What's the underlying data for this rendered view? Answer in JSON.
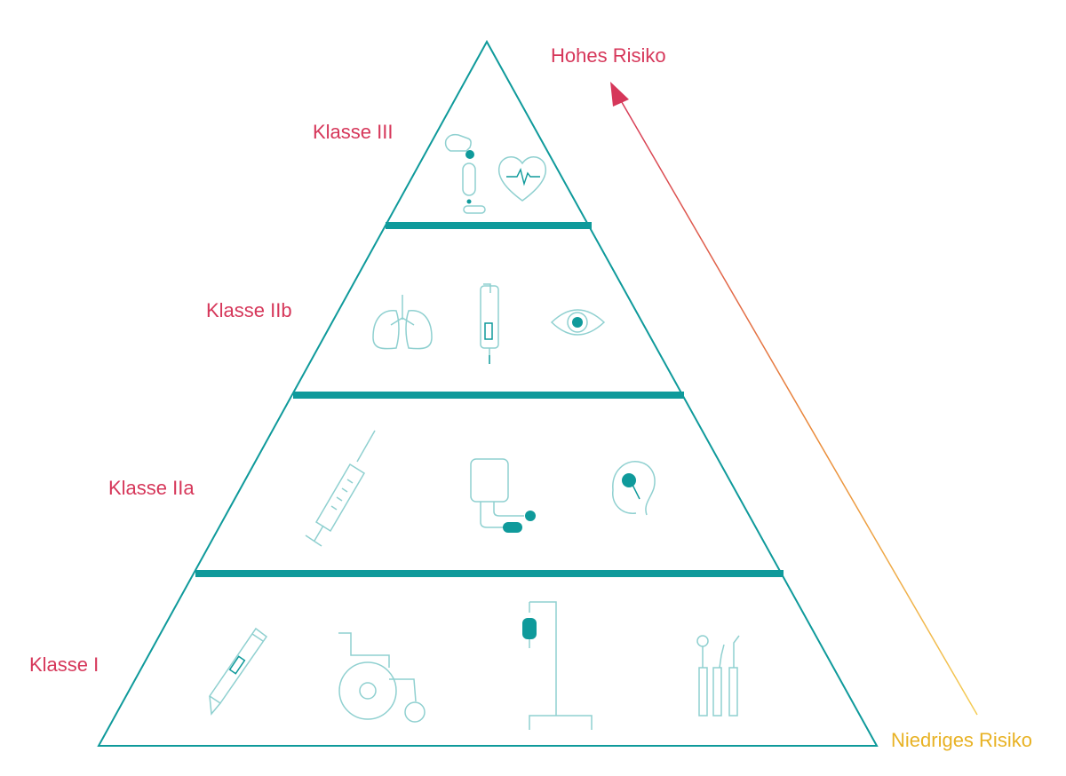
{
  "colors": {
    "teal": "#0f9a9b",
    "light_teal": "#8fd0d0",
    "red": "#d6375a",
    "yellow": "#e8b224"
  },
  "risk": {
    "high": "Hohes Risiko",
    "low": "Niedriges Risiko"
  },
  "classes": [
    {
      "label": "Klasse III",
      "icons": [
        "hip-implant-icon",
        "pacemaker-heart-icon"
      ]
    },
    {
      "label": "Klasse IIb",
      "icons": [
        "lungs-icon",
        "insulin-pen-icon",
        "eye-icon"
      ]
    },
    {
      "label": "Klasse IIa",
      "icons": [
        "syringe-icon",
        "blood-pressure-monitor-icon",
        "hearing-aid-icon"
      ]
    },
    {
      "label": "Klasse I",
      "icons": [
        "thermometer-icon",
        "wheelchair-icon",
        "iv-stand-icon",
        "dental-tools-icon"
      ]
    }
  ]
}
